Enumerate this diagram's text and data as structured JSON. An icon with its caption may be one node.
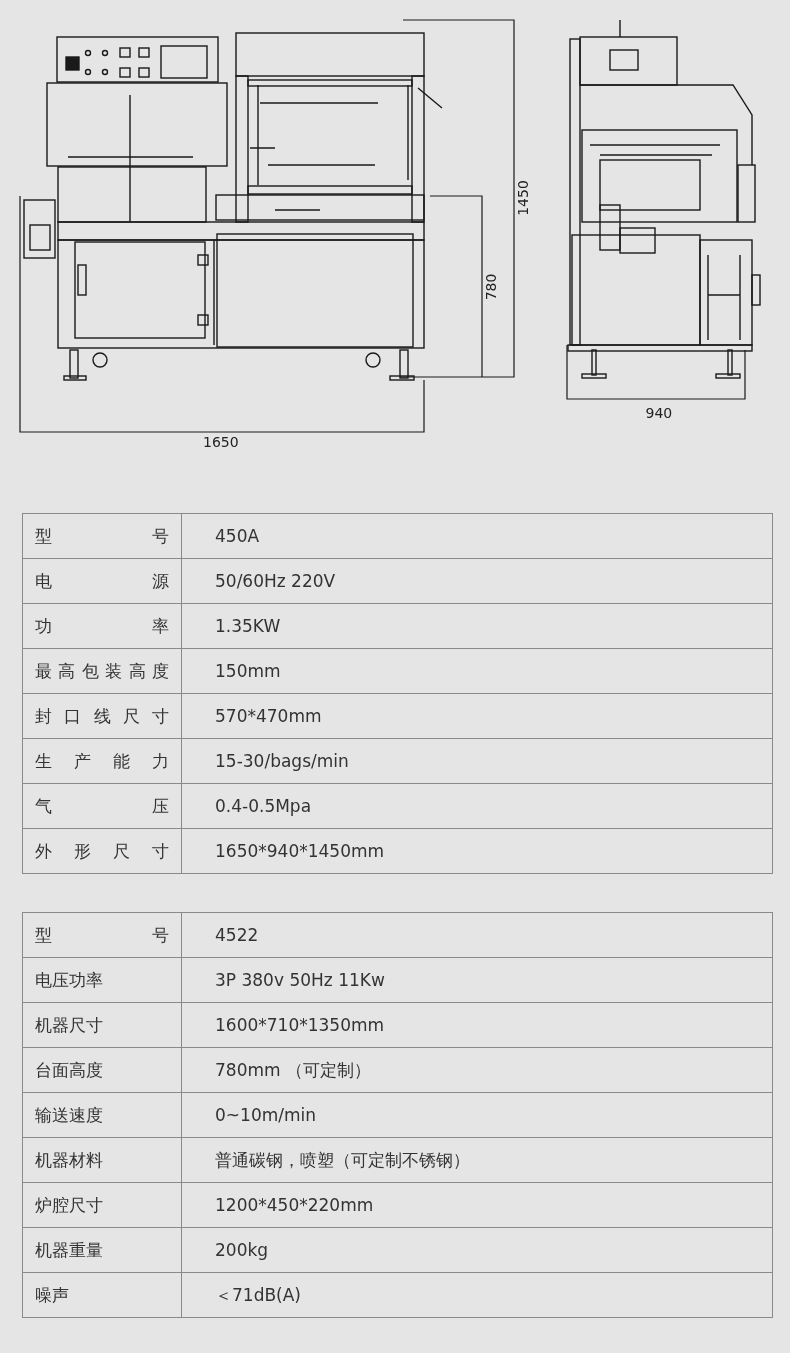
{
  "diagram": {
    "labels": [
      "1450",
      "780",
      "1650",
      "940",
      "型号",
      "450A",
      "电源",
      "50/60Hz  220V",
      "功率",
      "1.35KW",
      "最高包装高度",
      "150mm",
      "封口线尺寸",
      "570*470mm",
      "生产能力",
      "15-30/bags/min",
      "气压",
      "0.4-0.5Mpa",
      "外形尺寸",
      "1650*940*1450mm",
      "型号",
      "4522",
      "电压功率",
      "3P  380v  50Hz  11Kw",
      "机器尺寸",
      "1600*710*1350mm",
      "台面高度",
      "780mm （可定制）",
      "输送速度",
      "0~10m/min",
      "机器材料",
      "普通碳钢，喷塑（可定制不锈钢）",
      "炉腔尺寸",
      "1200*450*220mm",
      "机器重量",
      "200kg",
      "噪声",
      "＜71dB(A)"
    ]
  }
}
